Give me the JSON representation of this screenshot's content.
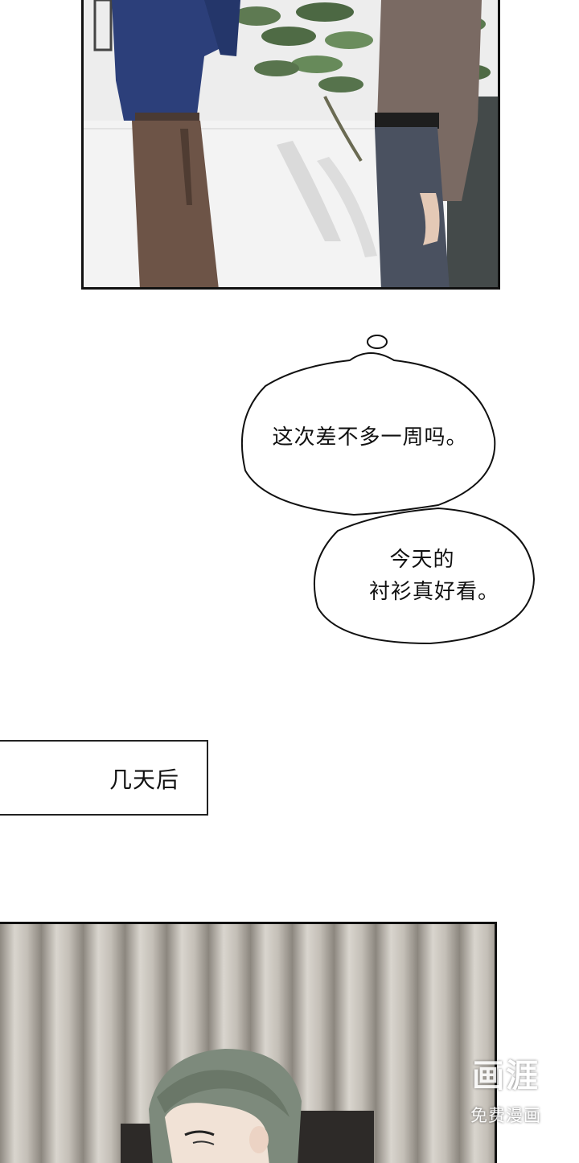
{
  "bubbles": {
    "first": "这次差不多一周吗。",
    "second_line1": "今天的",
    "second_line2": "衬衫真好看。"
  },
  "caption": "几天后",
  "watermark": {
    "logo": "画涯",
    "sub": "免费漫画"
  }
}
